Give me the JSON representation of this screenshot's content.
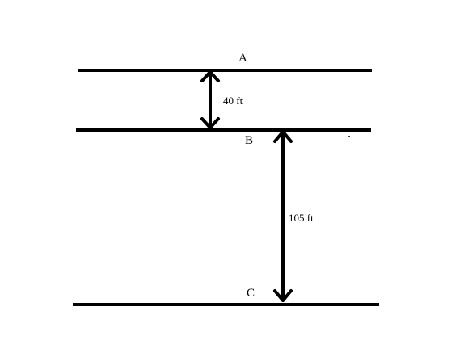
{
  "diagram": {
    "lines": [
      {
        "label": "A"
      },
      {
        "label": "B"
      },
      {
        "label": "C"
      }
    ],
    "dimensions": [
      {
        "from": "A",
        "to": "B",
        "label": "40 ft"
      },
      {
        "from": "B",
        "to": "C",
        "label": "105 ft"
      }
    ],
    "colors": {
      "ink": "#000000",
      "background": "#ffffff"
    }
  }
}
